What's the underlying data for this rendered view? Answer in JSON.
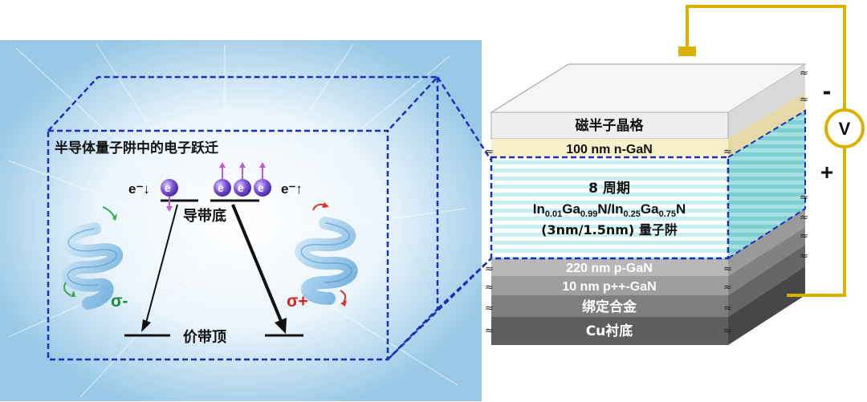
{
  "left_panel": {
    "title": "半导体量子阱中的电子跃迁",
    "conduction_band_label": "导带底",
    "valence_band_label": "价带顶",
    "spin_down_label": "e⁻↓",
    "spin_up_label": "e⁻↑",
    "electron_symbol": "e",
    "sigma_minus_label": "σ-",
    "sigma_plus_label": "σ+"
  },
  "device_stack": {
    "layers": [
      {
        "name": "magnetic-lattice",
        "label": "磁半子晶格",
        "color": "#eeeeee"
      },
      {
        "name": "n-gan",
        "label": "100 nm n-GaN",
        "color": "#f6f0c8"
      },
      {
        "name": "quantum-well",
        "label_line1": "8 周期",
        "label_line3": "(3nm/1.5nm) 量子阱",
        "color": "#bfeaea"
      },
      {
        "name": "p-gan",
        "label": "220 nm p-GaN",
        "color": "#b3b3b3"
      },
      {
        "name": "p-plus-gan",
        "label": "10 nm p++-GaN",
        "color": "#9a9a9a"
      },
      {
        "name": "bonding-alloy",
        "label": "绑定合金",
        "color": "#7a7a7a"
      },
      {
        "name": "cu-substrate",
        "label": "Cu衬底",
        "color": "#5c5c5c"
      }
    ],
    "composition": {
      "a": "In",
      "a_sub": "0.01",
      "b": "Ga",
      "b_sub": "0.99",
      "c": "N/In",
      "c_sub": "0.25",
      "d": "Ga",
      "d_sub": "0.75",
      "e": "N"
    },
    "break_mark": "≈"
  },
  "circuit": {
    "voltmeter_symbol": "V",
    "minus_terminal": "-",
    "plus_terminal": "+",
    "wire_color": "#d9b300"
  }
}
